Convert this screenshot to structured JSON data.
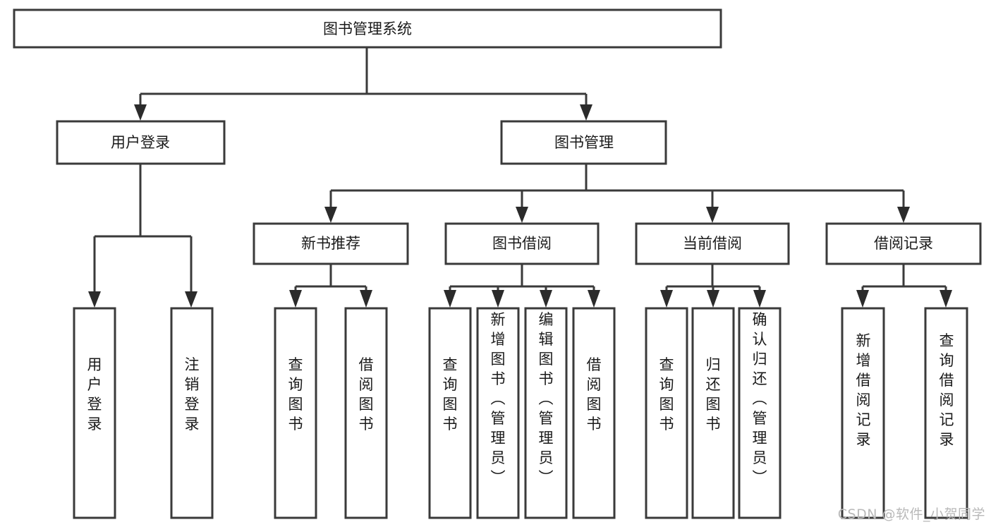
{
  "diagram": {
    "title": "图书管理系统",
    "type": "tree",
    "watermark": "CSDN @软件_小贺同学",
    "colors": {
      "box_stroke": "#3a3a3a",
      "box_fill": "#ffffff",
      "connector": "#3a3a3a",
      "arrow": "#2b2b2b",
      "text": "#1a1a1a",
      "watermark": "#b9b9b9",
      "background": "#ffffff"
    },
    "root": {
      "label": "图书管理系统"
    },
    "level1": [
      {
        "label": "用户登录"
      },
      {
        "label": "图书管理"
      }
    ],
    "level2": [
      {
        "label": "新书推荐"
      },
      {
        "label": "图书借阅"
      },
      {
        "label": "当前借阅"
      },
      {
        "label": "借阅记录"
      }
    ],
    "leaves": {
      "user_login": [
        {
          "label": "用户登录"
        },
        {
          "label": "注销登录"
        }
      ],
      "new_book_recommend": [
        {
          "label": "查询图书"
        },
        {
          "label": "借阅图书"
        }
      ],
      "book_borrow": [
        {
          "label": "查询图书"
        },
        {
          "label": "新增图书（管理员）"
        },
        {
          "label": "编辑图书（管理员）"
        },
        {
          "label": "借阅图书"
        }
      ],
      "current_borrow": [
        {
          "label": "查询图书"
        },
        {
          "label": "归还图书"
        },
        {
          "label": "确认归还（管理员）"
        }
      ],
      "borrow_record": [
        {
          "label": "新增借阅记录"
        },
        {
          "label": "查询借阅记录"
        }
      ]
    }
  }
}
